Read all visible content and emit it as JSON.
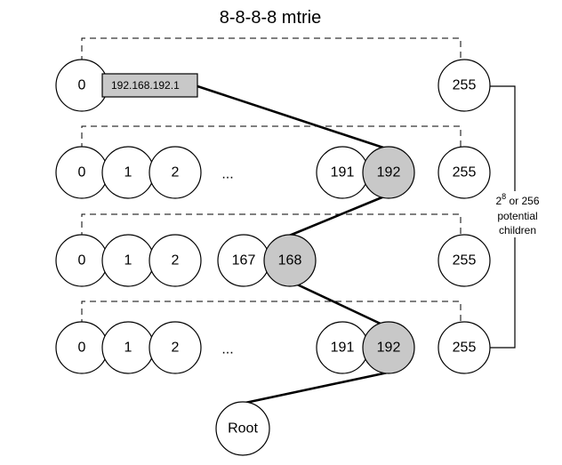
{
  "title": "8-8-8-8 mtrie",
  "leaf_label": "192.168.192.1",
  "rows": [
    {
      "nodes": [
        "0",
        "255"
      ],
      "highlight": []
    },
    {
      "nodes": [
        "0",
        "1",
        "2",
        "191",
        "192",
        "255"
      ],
      "ellipsis": "...",
      "highlight": [
        "192"
      ]
    },
    {
      "nodes": [
        "0",
        "1",
        "2",
        "167",
        "168",
        "255"
      ],
      "highlight": [
        "168"
      ]
    },
    {
      "nodes": [
        "0",
        "1",
        "2",
        "191",
        "192",
        "255"
      ],
      "ellipsis": "...",
      "highlight": [
        "192"
      ]
    }
  ],
  "root_label": "Root",
  "side_note": {
    "line1_base": "2",
    "line1_exp": "8",
    "line1_rest": " or 256",
    "line2": "potential",
    "line3": "children"
  },
  "colors": {
    "highlight": "#c8c8c8",
    "stroke": "#000000"
  }
}
